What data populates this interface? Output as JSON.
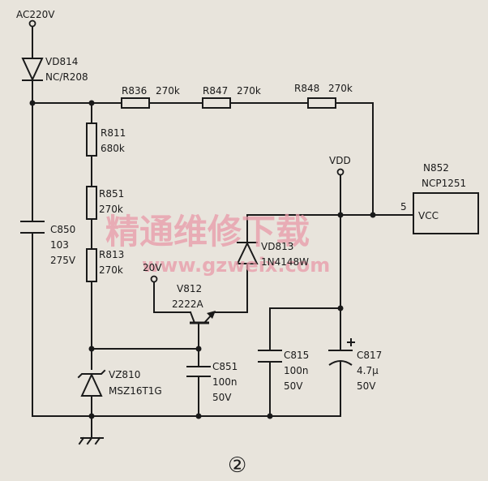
{
  "diagram": {
    "ac_label": "AC220V",
    "vdd_label": "VDD",
    "ic": {
      "ref": "N852",
      "part": "NCP1251",
      "pin_number": "5",
      "pin_name": "VCC"
    },
    "source_20v": "20V",
    "figure_mark": "②",
    "components": {
      "vd814": {
        "ref": "VD814",
        "value": "NC/R208"
      },
      "r836": {
        "ref": "R836",
        "value": "270k"
      },
      "r847": {
        "ref": "R847",
        "value": "270k"
      },
      "r848": {
        "ref": "R848",
        "value": "270k"
      },
      "r811": {
        "ref": "R811",
        "value": "680k"
      },
      "r851": {
        "ref": "R851",
        "value": "270k"
      },
      "r813": {
        "ref": "R813",
        "value": "270k"
      },
      "c850": {
        "ref": "C850",
        "value": "103",
        "voltage": "275V"
      },
      "vd813": {
        "ref": "VD813",
        "value": "1N4148W"
      },
      "v812": {
        "ref": "V812",
        "value": "2222A"
      },
      "vz810": {
        "ref": "VZ810",
        "value": "MSZ16T1G"
      },
      "c851": {
        "ref": "C851",
        "value": "100n",
        "voltage": "50V"
      },
      "c815": {
        "ref": "C815",
        "value": "100n",
        "voltage": "50V"
      },
      "c817": {
        "ref": "C817",
        "value": "4.7μ",
        "voltage": "50V"
      }
    },
    "watermark": {
      "title": "精通维修下载",
      "url": "www.gzweix.com"
    }
  }
}
